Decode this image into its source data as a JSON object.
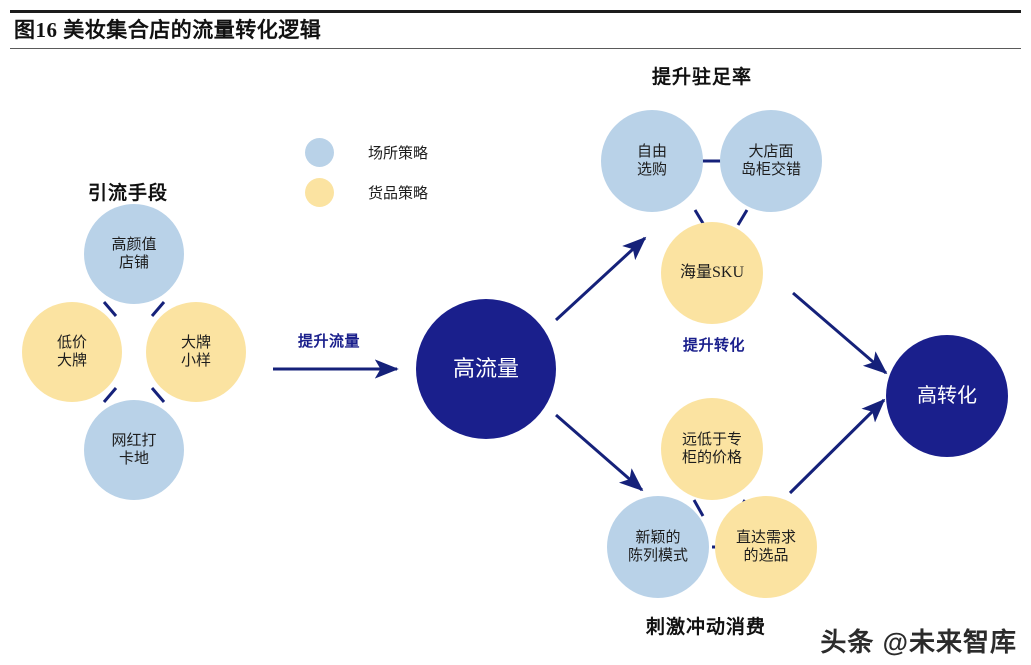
{
  "header": {
    "title": "图16 美妆集合店的流量转化逻辑"
  },
  "legend": {
    "items": [
      {
        "label": "场所策略",
        "color": "#b9d2e8",
        "swatch": "blue"
      },
      {
        "label": "货品策略",
        "color": "#fbe3a1",
        "swatch": "yellow"
      }
    ]
  },
  "clusters": {
    "traffic_means": {
      "title": "引流手段",
      "nodes": [
        {
          "label": "高颜值\n店铺",
          "color": "blue"
        },
        {
          "label": "低价\n大牌",
          "color": "yellow"
        },
        {
          "label": "大牌\n小样",
          "color": "yellow"
        },
        {
          "label": "网红打\n卡地",
          "color": "blue"
        }
      ]
    },
    "dwell_rate": {
      "title": "提升驻足率",
      "nodes": [
        {
          "label": "自由\n选购",
          "color": "blue"
        },
        {
          "label": "大店面\n岛柜交错",
          "color": "blue"
        },
        {
          "label": "海量SKU",
          "color": "yellow"
        }
      ]
    },
    "impulse_buy": {
      "title": "刺激冲动消费",
      "nodes": [
        {
          "label": "远低于专\n柜的价格",
          "color": "yellow"
        },
        {
          "label": "新颖的\n陈列模式",
          "color": "blue"
        },
        {
          "label": "直达需求\n的选品",
          "color": "yellow"
        }
      ]
    }
  },
  "outcomes": {
    "high_traffic": {
      "label": "高流量",
      "color": "#1a1f8c"
    },
    "high_conversion": {
      "label": "高转化",
      "color": "#1a1f8c"
    }
  },
  "arrow_labels": {
    "boost_traffic": "提升流量",
    "boost_conversion": "提升转化"
  },
  "watermark": {
    "text": "头条 @未来智库"
  },
  "colors": {
    "blue": "#b9d2e8",
    "yellow": "#fbe3a1",
    "navy": "#1a1f8c",
    "line": "#15217a"
  }
}
